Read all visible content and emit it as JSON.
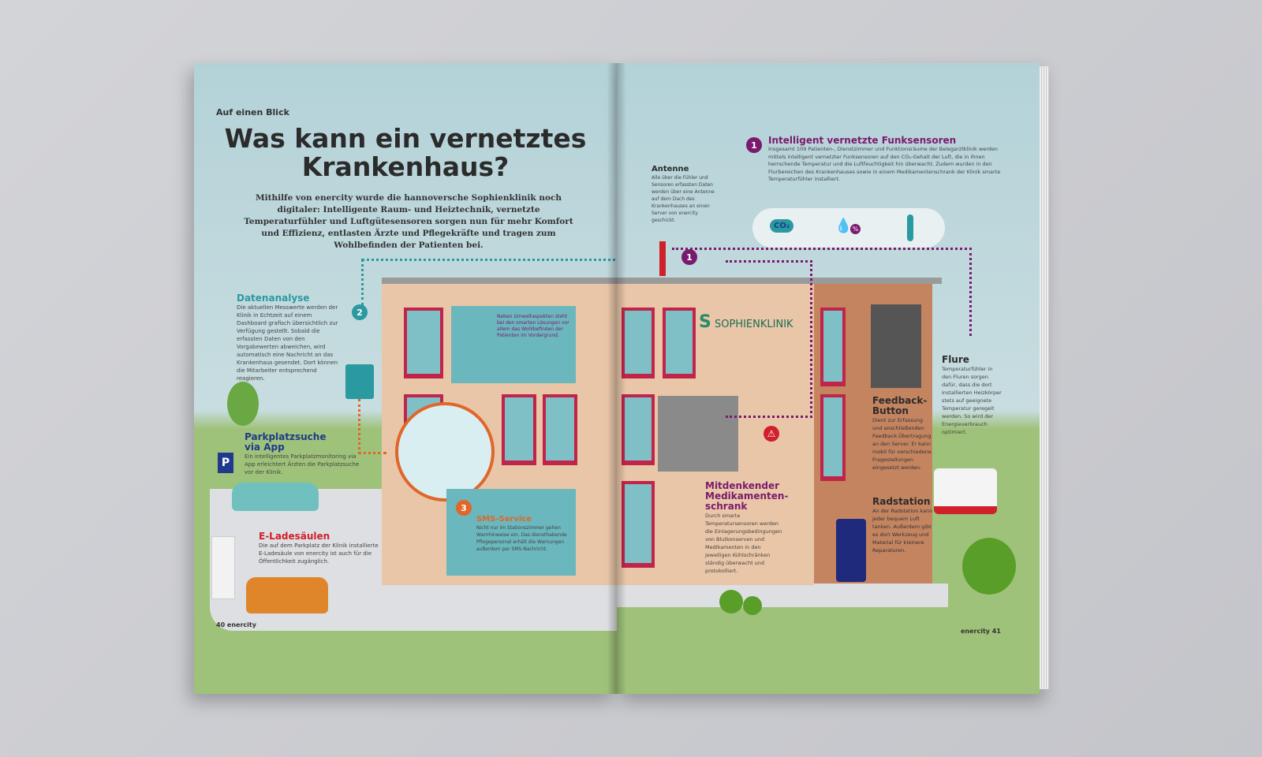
{
  "kicker": "Auf einen Blick",
  "title_line1": "Was kann ein vernetztes",
  "title_line2": "Krankenhaus?",
  "intro": "Mithilfe von enercity wurde die hannoversche Sophienklinik noch digitaler: Intelligente Raum- und Heiztechnik, vernetzte Temperaturfühler und Luftgütesensoren sorgen nun für mehr Komfort und Effizienz, entlasten Ärzte und Pflegekräfte und tragen zum Wohlbefinden der Patienten bei.",
  "sections": {
    "datenanalyse": {
      "title": "Datenanalyse",
      "text": "Die aktuellen Messwerte werden der Klinik in Echtzeit auf einem Dashboard grafisch übersichtlich zur Verfügung gestellt. Sobald die erfassten Daten von den Vorgabewerten abweichen, wird automatisch eine Nachricht an das Krankenhaus gesendet. Dort können die Mitarbeiter entsprechend reagieren."
    },
    "parkplatz": {
      "title_line1": "Parkplatzsuche",
      "title_line2": "via App",
      "text": "Ein intelligentes Parkplatzmonitoring via App erleichtert Ärzten die Parkplatzsuche vor der Klinik."
    },
    "laden": {
      "title": "E-Ladesäulen",
      "text": "Die auf dem Parkplatz der Klinik installierte E-Ladesäule von enercity ist auch für die Öffentlichkeit zugänglich."
    },
    "umwelt": {
      "text": "Neben Umweltaspekten steht bei den smarten Lösungen vor allem das Wohlbefinden der Patienten im Vordergrund."
    },
    "sms": {
      "title": "SMS-Service",
      "text": "Nicht nur im Stationszimmer gehen Warnhinweise ein. Das diensthabende Pflegepersonal erhält die Warnungen außerdem per SMS-Nachricht."
    },
    "antenne": {
      "title": "Antenne",
      "text": "Alle über die Fühler und Sensoren erfassten Daten werden über eine Antenne auf dem Dach des Krankenhauses an einen Server von enercity geschickt."
    },
    "funk": {
      "title": "Intelligent vernetzte Funksensoren",
      "text": "Insgesamt 109 Patienten-, Dienstzimmer und Funktionsräume der Belegarztklinik werden mittels intelligent vernetzter Funksensoren auf den CO₂-Gehalt der Luft, die in ihnen herrschende Temperatur und die Luftfeuchtigkeit hin überwacht. Zudem wurden in den Flurbereichen des Krankenhauses sowie in einem Medikamentenschrank der Klinik smarte Temperaturfühler installiert."
    },
    "flure": {
      "title": "Flure",
      "text": "Temperaturfühler in den Fluren sorgen dafür, dass die dort installierten Heizkörper stets auf geeignete Temperatur geregelt werden. So wird der Energieverbrauch optimiert."
    },
    "feedback": {
      "title_line1": "Feedback-",
      "title_line2": "Button",
      "text": "Dient zur Erfassung und anschließenden Feedback-Übertragung an den Server. Er kann mobil für verschiedene Fragestellungen eingesetzt werden."
    },
    "schrank": {
      "title_line1": "Mitdenkender",
      "title_line2": "Medikamenten-",
      "title_line3": "schrank",
      "text": "Durch smarte Temperatursensoren werden die Einlagerungsbedingungen von Blutkonserven und Medikamenten in den jeweiligen Kühlschränken ständig überwacht und protokolliert."
    },
    "radstation": {
      "title": "Radstation",
      "text": "An der Radstation kann jeder bequem Luft tanken. Außerdem gibt es dort Werkzeug und Material für kleinere Reparaturen."
    }
  },
  "badges": {
    "one": "1",
    "two": "2",
    "three": "3"
  },
  "sensor_icons": {
    "co2": "CO₂",
    "humidity": "%"
  },
  "clinic_logo": "SOPHIENKLINIK",
  "parking_sign": "P",
  "folio_left": "40 enercity",
  "folio_right": "enercity 41",
  "colors": {
    "purple": "#7a1a6e",
    "teal": "#2a9aa0",
    "orange": "#e0662a",
    "red": "#d0202a",
    "navy": "#1f3a8c",
    "dark": "#2b2b2b"
  }
}
